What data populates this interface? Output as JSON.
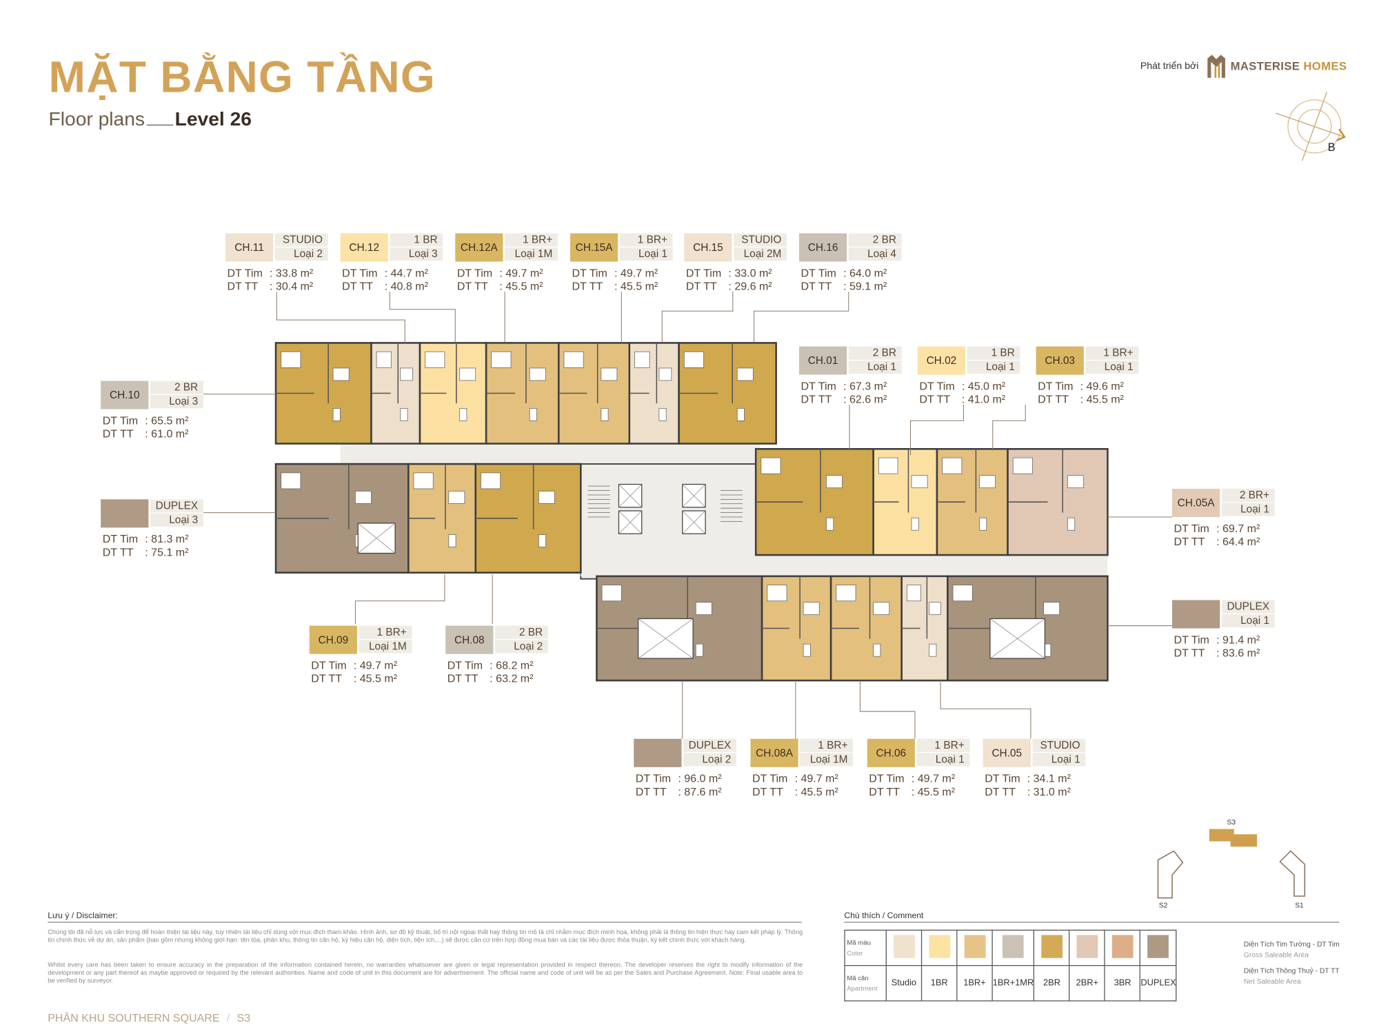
{
  "header": {
    "title": "MẶT BẰNG TẦNG",
    "subtitle": "Floor plans",
    "level": "Level 26",
    "developer_prefix": "Phát triển bởi",
    "brand_primary": "MASTERISE",
    "brand_secondary": "HOMES",
    "compass_label": "B"
  },
  "units": [
    {
      "code": "CH.11",
      "type": "STUDIO",
      "variant": "Loại 2",
      "dt_tim": ": 33.8 m²",
      "dt_tt": ": 30.4 m²",
      "color": "#F0E2CE"
    },
    {
      "code": "CH.12",
      "type": "1 BR",
      "variant": "Loại 3",
      "dt_tim": ": 44.7 m²",
      "dt_tt": ": 40.8 m²",
      "color": "#FCE2A6"
    },
    {
      "code": "CH.12A",
      "type": "1 BR+",
      "variant": "Loại 1M",
      "dt_tim": ": 49.7 m²",
      "dt_tt": ": 45.5 m²",
      "color": "#D9B662"
    },
    {
      "code": "CH.15A",
      "type": "1 BR+",
      "variant": "Loại 1",
      "dt_tim": ": 49.7 m²",
      "dt_tt": ": 45.5 m²",
      "color": "#D9B662"
    },
    {
      "code": "CH.15",
      "type": "STUDIO",
      "variant": "Loại 2M",
      "dt_tim": ": 33.0 m²",
      "dt_tt": ": 29.6 m²",
      "color": "#F0E2CE"
    },
    {
      "code": "CH.16",
      "type": "2 BR",
      "variant": "Loại 4",
      "dt_tim": ": 64.0 m²",
      "dt_tt": ": 59.1 m²",
      "color": "#C9C1B4"
    },
    {
      "code": "CH.01",
      "type": "2 BR",
      "variant": "Loại 1",
      "dt_tim": ": 67.3 m²",
      "dt_tt": ": 62.6 m²",
      "color": "#C9C1B4"
    },
    {
      "code": "CH.02",
      "type": "1 BR",
      "variant": "Loại 1",
      "dt_tim": ": 45.0 m²",
      "dt_tt": ": 41.0 m²",
      "color": "#FCE2A6"
    },
    {
      "code": "CH.03",
      "type": "1 BR+",
      "variant": "Loại 1",
      "dt_tim": ": 49.6 m²",
      "dt_tt": ": 45.5 m²",
      "color": "#D9B662"
    },
    {
      "code": "CH.10",
      "type": "2 BR",
      "variant": "Loại 3",
      "dt_tim": ": 65.5 m²",
      "dt_tt": ": 61.0 m²",
      "color": "#C9C1B4"
    },
    {
      "code": "",
      "type": "DUPLEX",
      "variant": "Loại 3",
      "dt_tim": ": 81.3 m²",
      "dt_tt": ": 75.1 m²",
      "color": "#AE9A85"
    },
    {
      "code": "CH.05A",
      "type": "2 BR+",
      "variant": "Loại 1",
      "dt_tim": ": 69.7 m²",
      "dt_tt": ": 64.4 m²",
      "color": "#E2CAB6"
    },
    {
      "code": "",
      "type": "DUPLEX",
      "variant": "Loại 1",
      "dt_tim": ": 91.4 m²",
      "dt_tt": ": 83.6 m²",
      "color": "#AE9A85"
    },
    {
      "code": "CH.09",
      "type": "1 BR+",
      "variant": "Loại 1M",
      "dt_tim": ": 49.7 m²",
      "dt_tt": ": 45.5 m²",
      "color": "#D9B662"
    },
    {
      "code": "CH.08",
      "type": "2 BR",
      "variant": "Loại 2",
      "dt_tim": ": 68.2 m²",
      "dt_tt": ": 63.2 m²",
      "color": "#C9C1B4"
    },
    {
      "code": "",
      "type": "DUPLEX",
      "variant": "Loại 2",
      "dt_tim": ": 96.0 m²",
      "dt_tt": ": 87.6 m²",
      "color": "#AE9A85"
    },
    {
      "code": "CH.08A",
      "type": "1 BR+",
      "variant": "Loại 1M",
      "dt_tim": ": 49.7 m²",
      "dt_tt": ": 45.5 m²",
      "color": "#D9B662"
    },
    {
      "code": "CH.06",
      "type": "1 BR+",
      "variant": "Loại 1",
      "dt_tim": ": 49.7 m²",
      "dt_tt": ": 45.5 m²",
      "color": "#D9B662"
    },
    {
      "code": "CH.05",
      "type": "STUDIO",
      "variant": "Loại 1",
      "dt_tim": ": 34.1 m²",
      "dt_tt": ": 31.0 m²",
      "color": "#F0E2CE"
    }
  ],
  "area_labels": {
    "gross_short": "DT Tim",
    "net_short": "DT TT"
  },
  "key_plan": {
    "s1": "S1",
    "s2": "S2",
    "s3": "S3"
  },
  "disclaimer": {
    "heading": "Lưu ý / Disclaimer:",
    "vi": "Chúng tôi đã nỗ lực và cẩn trọng để hoàn thiện tài liệu này, tuy nhiên tài liệu chỉ dùng với mục đích tham khảo. Hình ảnh, sơ đồ kỹ thuật, bố trí nội ngoại thất hay thông tin mô tả chỉ nhằm mục đích minh họa, không phải là thông tin hiện thực hay cam kết pháp lý. Thông tin chính thức về dự án, sản phẩm (bao gồm nhưng không giới hạn: tên tòa, phân khu, thông tin căn hộ, ký hiệu căn hộ, diện tích, tiện ích,...) sẽ được căn cứ trên hợp đồng mua bán và các tài liệu được thỏa thuận, ký kết chính thức với khách hàng.",
    "en": "Whilst every care has been taken to ensure accuracy in the preparation of the information contained herein, no warranties whatsoever are given or legal representation provided in respect thereon. The developer reserves the right to modify information of the development or any part thereof as maybe approved or required by the relevant authorities. Name and code of unit in this document are for advertisement. The official name and code of unit will be as per the Sales and Purchase Agreement. Note: Final usable area to be verified by surveyor."
  },
  "footer": {
    "zone": "PHÂN KHU SOUTHERN SQUARE",
    "separator": "/",
    "building": "S3"
  },
  "legend": {
    "heading": "Chú thích / Comment",
    "color_row_label": "Mã màu",
    "color_row_label_en": "Color",
    "apt_row_label": "Mã căn",
    "apt_row_label_en": "Apartment",
    "items": [
      {
        "name": "Studio",
        "color": "#F0E2CD"
      },
      {
        "name": "1BR",
        "color": "#FCE3A4"
      },
      {
        "name": "1BR+",
        "color": "#E6C387"
      },
      {
        "name": "1BR+1MR",
        "color": "#C9C2B5"
      },
      {
        "name": "2BR",
        "color": "#D3AB56"
      },
      {
        "name": "2BR+",
        "color": "#E0C8B5"
      },
      {
        "name": "3BR",
        "color": "#DDAE88"
      },
      {
        "name": "DUPLEX",
        "color": "#AE9985"
      }
    ],
    "gross_vi": "Diện Tích Tim Tường - DT Tim",
    "gross_en": "Gross Saleable Area",
    "net_vi": "Diện Tích Thông Thuỷ - DT TT",
    "net_en": "Net Saleable Area"
  }
}
